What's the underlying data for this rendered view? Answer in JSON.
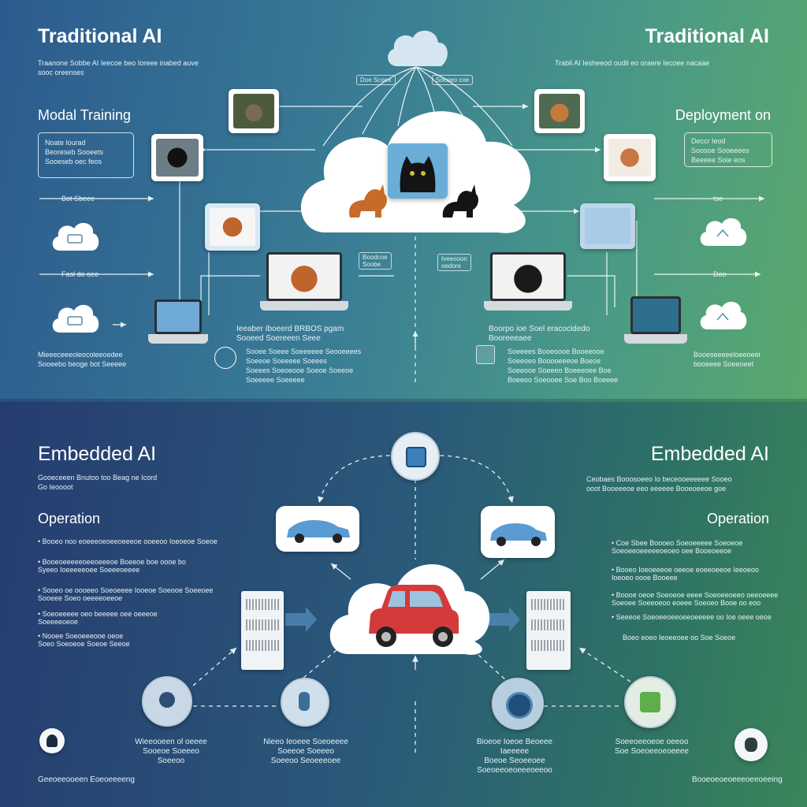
{
  "traditional": {
    "title_left": "Traditional AI",
    "title_right": "Traditional AI",
    "intro_left": "Traanone Sobbe AI Ieecoe beo Ioreee inabed auve\nsooc oreenses",
    "intro_right": "Trabli AI Iesheeod oudil eo oraere Iecoee nacaae",
    "left_label": "Modal Training",
    "right_label": "Deployment on",
    "box_left": "Noate lourad\nBeoreseb Sooeets\nSooeseb oec feos",
    "box_right": "Deccr Ieod\nSoosoe Sooeeees\nBeeeee Soie eos",
    "flow_left_1": "Bot Sbeee",
    "flow_left_2": "Fasl do oeo",
    "flow_right_1": "tso",
    "flow_right_2": "Doo",
    "tag_1": "Doe Scoee",
    "tag_2": "Soceeo coe",
    "tag_3": "Boodcoe\nSoobe",
    "tag_4": "Iveeooon\noedore",
    "center_left_caption": "Ieeaber Iboeerd BRBOS pgam\nSooeed Soereeen Seee",
    "center_left_list": "Sooee Soeee Soeeeeee Seooeeees\nSoeeoe Soeeeee Soeees\nSoeees Soeoeooe Soeoe Soeeoe\nSoeeeee Soeeeee",
    "center_right_caption": "Boorpo ioe Soel eracocidedo\nBooreeeaee",
    "center_right_list": "Soeeees Booeoooe Booeeooe\nSoeeoeo Booooeeeoe Boeoe\nSoeeooe Soeeeo Boeeeoee Boe\nBoeeoo Soeooee Soe Boo Boeeee",
    "bottom_left_caption": "Mieeeceeeoleocoleeoedee\nSooeebo beoge bot Seeeee",
    "bottom_right_caption": "Booeseeeeeloeeoeei\nbooeeee Soeeoeet"
  },
  "embedded": {
    "title_left": "Embedded AI",
    "title_right": "Embedded AI",
    "intro_left": "Gooeceeen Bnutoo too Beag ne Icord\nGo Ieoooot",
    "intro_right": "Ceobaes Booosoeeo Io beceooeeeeee Sooeo\nooot Booeeeoe eeo eeeeee Booeoeeoe goe",
    "left_label": "Operation",
    "right_label": "Operation",
    "bullets_left": [
      "Booeo noo eoeeeoeoeeoeeeoe ooeeoo Ioeoeoe Soeoe",
      "Booeoeeeeeoeeoeeeoe Boeeoe boe oooe bo\nSyeeo Ioeeeeeoee Soeeeoeeee",
      "Sooeo oe oooeeo Soeoeeee Iooeoe Soeooe Soeeoee\nSooeee Soeo oeeeeoeeoe",
      "Soeoeeeee oeo beeeee oee oeeeoe\nSoeeeeoeoe",
      "Nooee Soeoeeeooe oeoe\nSoeo Soeoeoe Soeoe Seeoe"
    ],
    "bullets_right": [
      "Coe Sbee Boooeo Soeoeeeee Soeoeoe\nSoeoeeoeeeeeoeoeo oee Booeoeeoe",
      "Booeo Ioeoeeeoe oeeoe eoeeoeeoe Ieeoeoo\nIoeoeo oooe Booeee",
      "Boooe oeoe Soeoeoe eeee Soeoeeoeeo oeeoeeee\nSoeoee Soeeoeoo eoeee Soeoeo Booe oo eoo",
      "Seeeoe Soeoeeoeeoeeoeeeee oo Ioe oeee oeoe",
      "Boeo eoeo Ieoeeoee oo Soe Soeoe"
    ],
    "cap_1": "Wieeooeen ol oeeee\nSooeoe Soeeeo\nSoeeoo",
    "cap_2": "Nieeo Ieoeee Soeoeeee\nSoeeoe Soeeeo\nSoeeoo Seoeeeoee",
    "cap_3": "Bioeoe Ioeoe Beoeee Iaeeeee\nBoeoe Seoeeoee\nSoeoeeoeoeeeoeeoo",
    "cap_4": "Soeeoeeoeoe oeeoo\nSoe Soeoeeoeoeeee",
    "footer_left": "Geeoeeooeen Eoeoeeeeng",
    "footer_right": "Booeoeoeoeeeoeeoeeing"
  },
  "colors": {
    "top_gradient_start": "#2c5b8e",
    "top_gradient_end": "#5aa86c",
    "bottom_gradient_start": "#263c70",
    "bottom_gradient_end": "#3c855a",
    "cat_orange": "#c76b2a",
    "cat_black": "#141414",
    "car_red": "#d33a3a",
    "car_blue": "#5a9bd4"
  },
  "icons": {
    "cloud": "cloud-icon",
    "laptop": "laptop-icon",
    "server": "server-icon",
    "car": "car-icon",
    "cat": "cat-icon",
    "robot": "robot-icon",
    "chip": "chip-icon",
    "gear": "gear-icon"
  }
}
